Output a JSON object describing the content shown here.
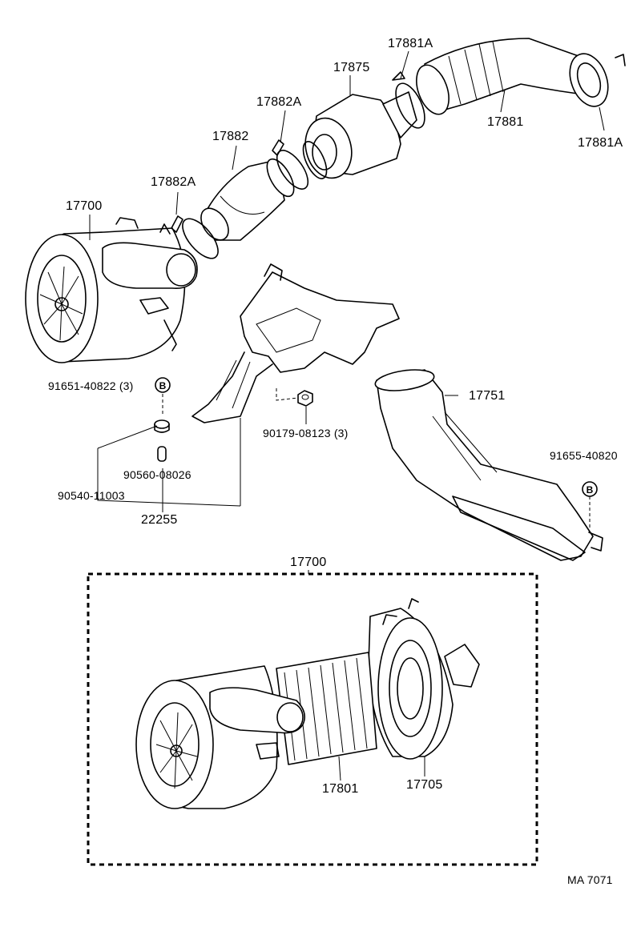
{
  "labels": {
    "p17881a_top": "17881A",
    "p17875": "17875",
    "p17882a_top": "17882A",
    "p17882": "17882",
    "p17881": "17881",
    "p17881a_right": "17881A",
    "p17882a_left": "17882A",
    "p17700_top": "17700",
    "p91651": "91651-40822 (3)",
    "p17751": "17751",
    "p90179": "90179-08123 (3)",
    "p90560": "90560-08026",
    "p90540": "90540-11003",
    "p22255": "22255",
    "p91655": "91655-40820",
    "p17700_box": "17700",
    "p17801": "17801",
    "p17705": "17705"
  },
  "markers": {
    "b1": "B",
    "b2": "B"
  },
  "footer": {
    "code": "MA  7071"
  }
}
